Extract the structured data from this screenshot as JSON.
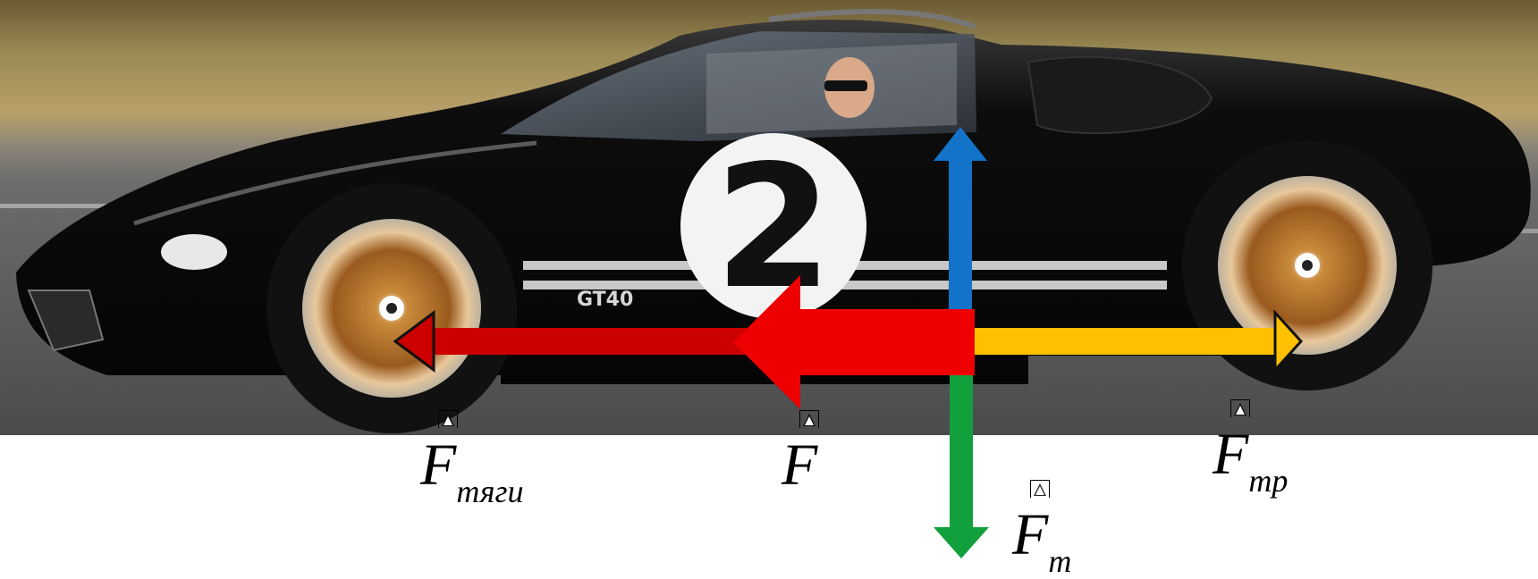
{
  "labels": {
    "traction": {
      "symbol": "F",
      "subscript": "тяги"
    },
    "resultant": {
      "symbol": "F",
      "subscript": ""
    },
    "friction": {
      "symbol": "F",
      "subscript": "тр"
    },
    "gravity": {
      "symbol": "F",
      "subscript": "т"
    }
  },
  "car": {
    "number": "2",
    "badge": "GT40"
  },
  "colors": {
    "traction": "#cc0000",
    "resultant": "#ee0000",
    "friction": "#ffc000",
    "gravity": "#12a03c",
    "normal": "#1273c8"
  }
}
